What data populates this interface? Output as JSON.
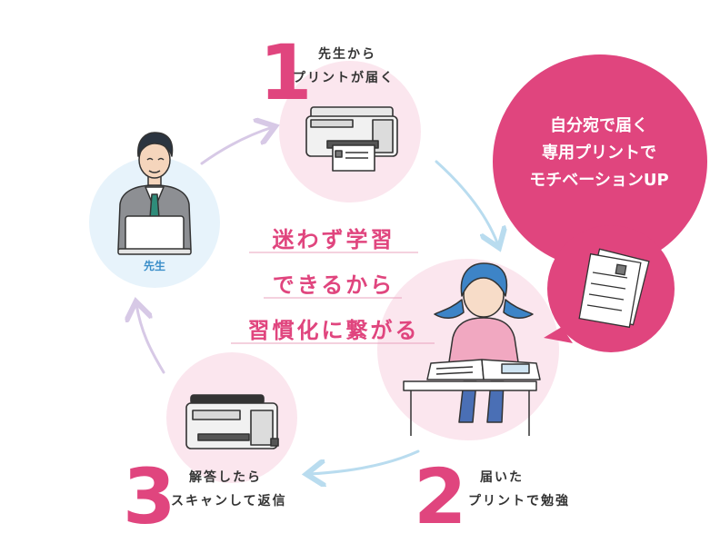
{
  "teacher": {
    "label": "先生"
  },
  "steps": [
    {
      "number": "1",
      "label_line1": "先生から",
      "label_line2": "プリントが届く"
    },
    {
      "number": "2",
      "label_line1": "届いた",
      "label_line2": "プリントで勉強"
    },
    {
      "number": "3",
      "label_line1": "解答したら",
      "label_line2": "スキャンして返信"
    }
  ],
  "center_message": [
    "迷わず学習",
    "できるから",
    "習慣化に繋がる"
  ],
  "callout": {
    "lines": [
      "自分宛で届く",
      "専用プリントで",
      "モチベーションUP"
    ]
  },
  "colors": {
    "accent_pink": "#e0457e",
    "circle_pink": "#fbe6ee",
    "circle_blue": "#e7f3fb",
    "teacher_blue": "#3a8ec9",
    "arrow_blue": "#b9dcef",
    "arrow_purple": "#d7c9e6"
  }
}
